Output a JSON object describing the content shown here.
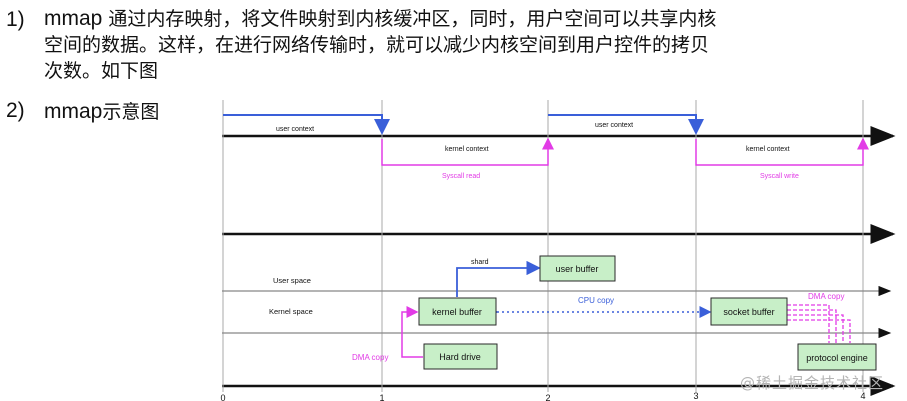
{
  "list": {
    "item1": {
      "num": "1)",
      "lead": "mmap",
      "line1": " 通过内存映射，将文件映射到内核缓冲区，同时，用户空间可以共享内核",
      "line2": "空间的数据。这样，在进行网络传输时，就可以减少内核空间到用户控件的拷贝",
      "line3": "次数。如下图"
    },
    "item2": {
      "num": "2)",
      "lead": "mmap",
      "rest": "示意图"
    }
  },
  "diagram": {
    "timeline": {
      "user_context": "user context",
      "kernel_context": "kernel context",
      "syscall_read": "Syscall read",
      "syscall_write": "Syscall write",
      "ticks": [
        "0",
        "1",
        "2",
        "3",
        "4"
      ]
    },
    "spaces": {
      "user_space": "User space",
      "kernel_space": "Kernel  space"
    },
    "boxes": {
      "user_buffer": "user buffer",
      "kernel_buffer": "kernel buffer",
      "socket_buffer": "socket buffer",
      "hard_drive": "Hard drive",
      "protocol_engine": "protocol engine"
    },
    "labels": {
      "shard": "shard",
      "cpu_copy": "CPU copy",
      "dma_copy_left": "DMA copy",
      "dma_copy_right": "DMA copy"
    },
    "colors": {
      "blue": "#3a5fd9",
      "magenta": "#e23be6",
      "box_fill": "#c8efc8",
      "box_border": "#2a2a2a"
    }
  },
  "watermark": "@稀土掘金技术社区"
}
